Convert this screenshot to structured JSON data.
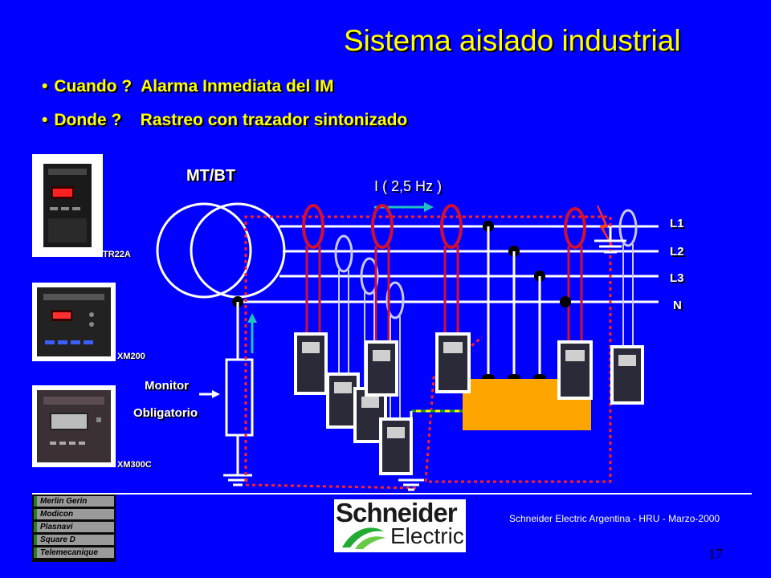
{
  "slide": {
    "title": "Sistema aislado industrial",
    "bullets": [
      {
        "mark": "•",
        "text": "Cuando ?  Alarma Inmediata del IM"
      },
      {
        "mark": "•",
        "text": "Donde ?    Rastreo con trazador sintonizado"
      }
    ]
  },
  "diagram": {
    "transformer_label": "MT/BT",
    "current_label": "I ( 2,5 Hz )",
    "lines": [
      "L1",
      "L2",
      "L3",
      "N"
    ],
    "monitor_label": "Monitor",
    "mandatory_label": "Obligatorio",
    "devices": [
      "TR22A",
      "XM200",
      "XM300C"
    ]
  },
  "footer": {
    "brands": [
      "Merlin Gerin",
      "Modicon",
      "Plasnavi",
      "Square D",
      "Telemecanique"
    ],
    "company_name": "Schneider",
    "company_sub": "Electric",
    "credit": "Schneider Electric Argentina - HRU - Marzo-2000",
    "page_number": "17"
  },
  "colors": {
    "background": "#0000ff",
    "title": "#ffff00",
    "fault_circuit": "#ff2020",
    "sensor_red": "#d01030",
    "sensor_white": "#c8c8ff",
    "load": "#ffa500",
    "current_arrow": "#20c0c0"
  }
}
